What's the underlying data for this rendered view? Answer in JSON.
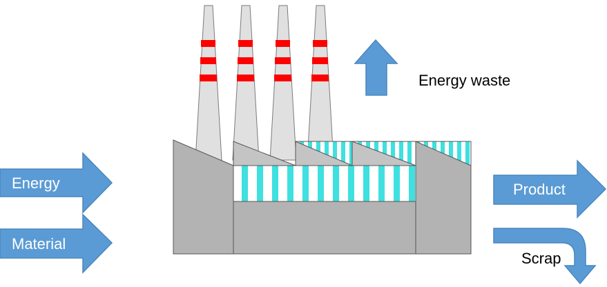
{
  "diagram": {
    "inputs": {
      "energy": "Energy",
      "material": "Material"
    },
    "outputs": {
      "energy_waste": "Energy waste",
      "product": "Product",
      "scrap": "Scrap"
    }
  },
  "colors": {
    "arrow_fill": "#5b9bd5",
    "arrow_stroke": "#4a86be",
    "factory_wall": "#b3b3b3",
    "factory_roof": "#c4c4c4",
    "chimney": "#e0e0e0",
    "chimney_band": "#ff0000",
    "window_glass": "#3fe0e0",
    "window_frame": "#ffffff"
  }
}
